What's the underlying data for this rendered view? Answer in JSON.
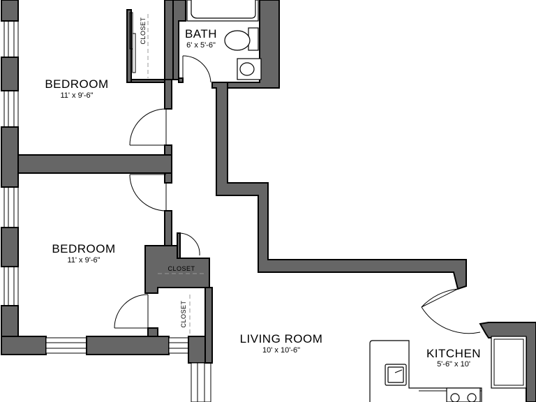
{
  "rooms": {
    "bedroom_top": {
      "name": "BEDROOM",
      "dims": "11' x 9'-6\""
    },
    "bath": {
      "name": "BATH",
      "dims": "6' x 5'-6\""
    },
    "bedroom_bottom": {
      "name": "BEDROOM",
      "dims": "11' x 9'-6\""
    },
    "living_room": {
      "name": "LIVING ROOM",
      "dims": "10' x 10'-6\""
    },
    "kitchen": {
      "name": "KITCHEN",
      "dims": "5'-6\" x 10'"
    }
  },
  "closets": {
    "top_bedroom": "CLOSET",
    "middle_horizontal": "CLOSET",
    "lower_vertical": "CLOSET"
  },
  "colors": {
    "wall_fill": "#666666",
    "wall_outline": "#000000",
    "background": "#ffffff"
  }
}
